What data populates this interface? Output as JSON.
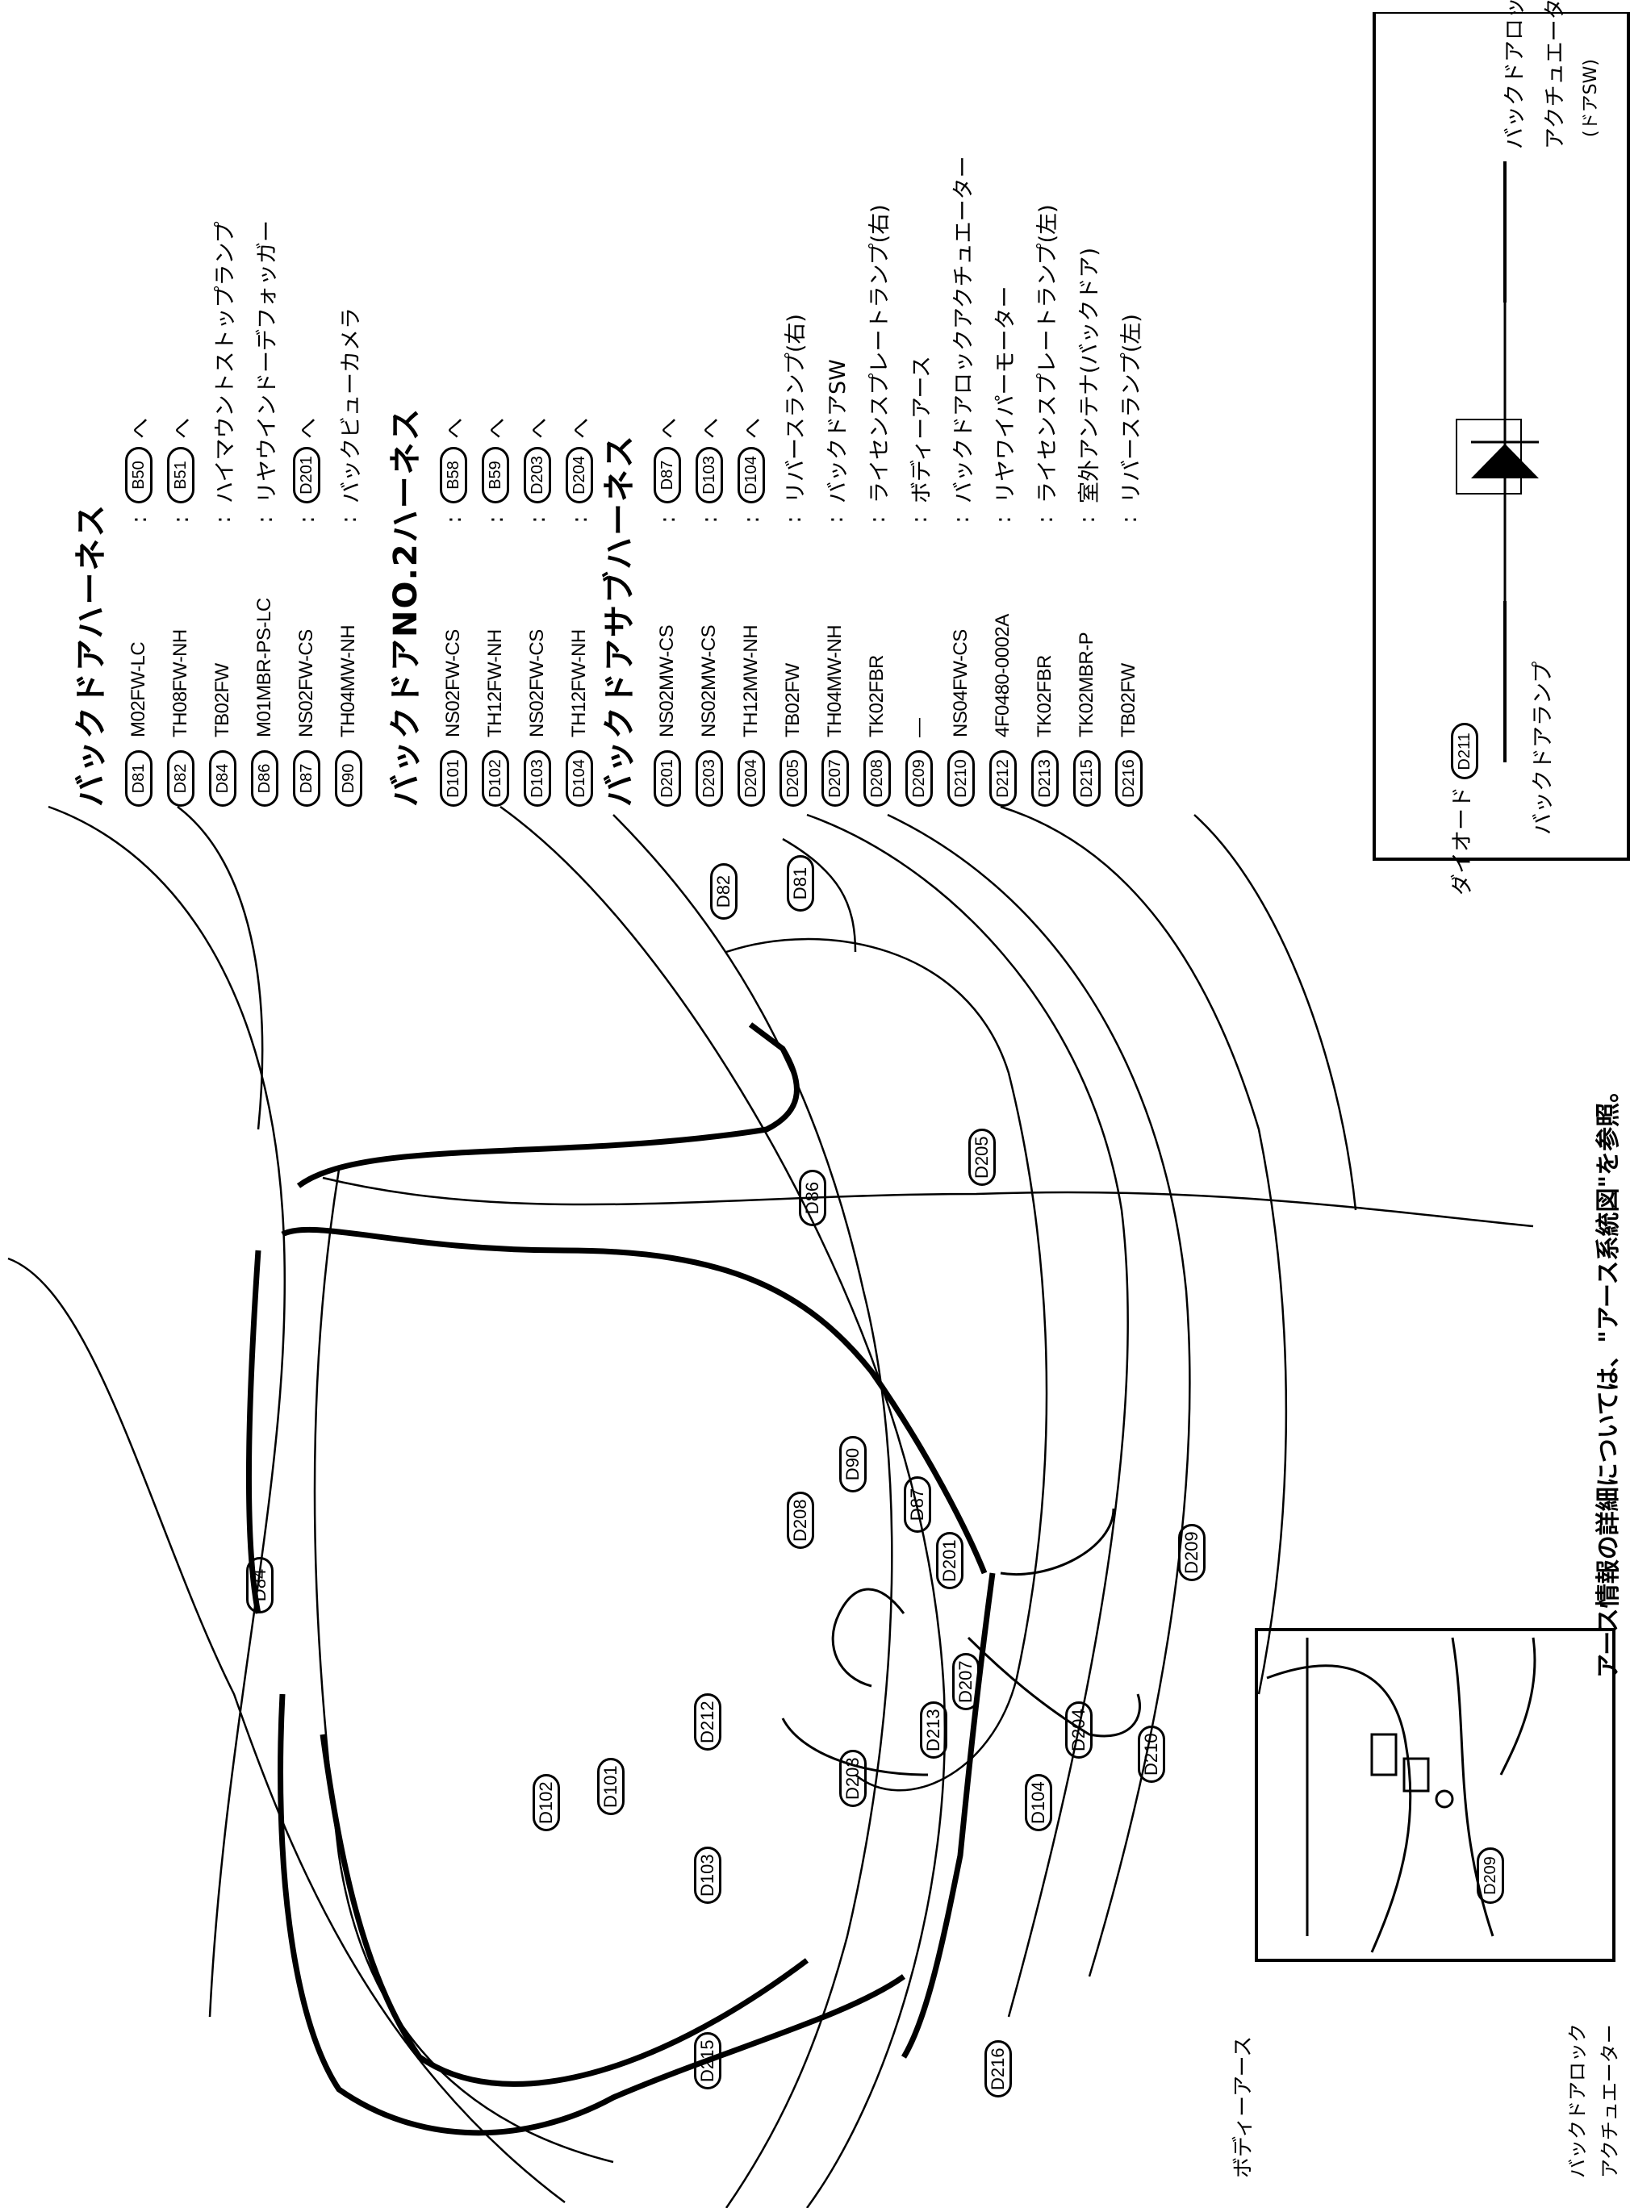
{
  "harnesses": [
    {
      "title": "バックドアハーネス",
      "rows": [
        {
          "id": "D81",
          "code": "M02FW-LC",
          "target": "B50",
          "desc": ""
        },
        {
          "id": "D82",
          "code": "TH08FW-NH",
          "target": "B51",
          "desc": ""
        },
        {
          "id": "D84",
          "code": "TB02FW",
          "target": "",
          "desc": "ハイマウントストップランプ"
        },
        {
          "id": "D86",
          "code": "M01MBR-PS-LC",
          "target": "",
          "desc": "リヤウインドーデフォッガー"
        },
        {
          "id": "D87",
          "code": "NS02FW-CS",
          "target": "D201",
          "desc": ""
        },
        {
          "id": "D90",
          "code": "TH04MW-NH",
          "target": "",
          "desc": "バックビューカメラ"
        }
      ]
    },
    {
      "title": "バックドアNO.2ハーネス",
      "rows": [
        {
          "id": "D101",
          "code": "NS02FW-CS",
          "target": "B58",
          "desc": ""
        },
        {
          "id": "D102",
          "code": "TH12FW-NH",
          "target": "B59",
          "desc": ""
        },
        {
          "id": "D103",
          "code": "NS02FW-CS",
          "target": "D203",
          "desc": ""
        },
        {
          "id": "D104",
          "code": "TH12FW-NH",
          "target": "D204",
          "desc": ""
        }
      ]
    },
    {
      "title": "バックドアサブハーネス",
      "rows": [
        {
          "id": "D201",
          "code": "NS02MW-CS",
          "target": "D87",
          "desc": ""
        },
        {
          "id": "D203",
          "code": "NS02MW-CS",
          "target": "D103",
          "desc": ""
        },
        {
          "id": "D204",
          "code": "TH12MW-NH",
          "target": "D104",
          "desc": ""
        },
        {
          "id": "D205",
          "code": "TB02FW",
          "target": "",
          "desc": "リバースランプ(右)"
        },
        {
          "id": "D207",
          "code": "TH04MW-NH",
          "target": "",
          "desc": "バックドアSW"
        },
        {
          "id": "D208",
          "code": "TK02FBR",
          "target": "",
          "desc": "ライセンスプレートランプ(右)"
        },
        {
          "id": "D209",
          "code": "—",
          "target": "",
          "desc": "ボディーアース"
        },
        {
          "id": "D210",
          "code": "NS04FW-CS",
          "target": "",
          "desc": "バックドアロックアクチュエーター"
        },
        {
          "id": "D212",
          "code": "4F0480-0002A",
          "target": "",
          "desc": "リヤワイパーモーター"
        },
        {
          "id": "D213",
          "code": "TK02FBR",
          "target": "",
          "desc": "ライセンスプレートランプ(左)"
        },
        {
          "id": "D215",
          "code": "TK02MBR-P",
          "target": "",
          "desc": "室外アンテナ(バックドア)"
        },
        {
          "id": "D216",
          "code": "TB02FW",
          "target": "",
          "desc": "リバースランプ(左)"
        }
      ]
    }
  ],
  "colon": ":",
  "arrow": "へ",
  "diode": {
    "title": "ダイオード",
    "id": "D211",
    "left_label": "バックドアランプ",
    "right_label_1": "バックドアロック",
    "right_label_2": "アクチュエーター",
    "right_label_3": "(ドアSW)"
  },
  "note": "アース情報の詳細については、\"アース系統図\"を参照。",
  "inset": {
    "connector": "D209",
    "label_body_earth": "ボディーアース",
    "label_actuator_1": "バックドアロック",
    "label_actuator_2": "アクチュエーター"
  },
  "diagram_labels": [
    "D81",
    "D82",
    "D84",
    "D86",
    "D87",
    "D90",
    "D101",
    "D102",
    "D103",
    "D104",
    "D201",
    "D203",
    "D204",
    "D205",
    "D207",
    "D208",
    "D209",
    "D210",
    "D212",
    "D213",
    "D215",
    "D216"
  ]
}
